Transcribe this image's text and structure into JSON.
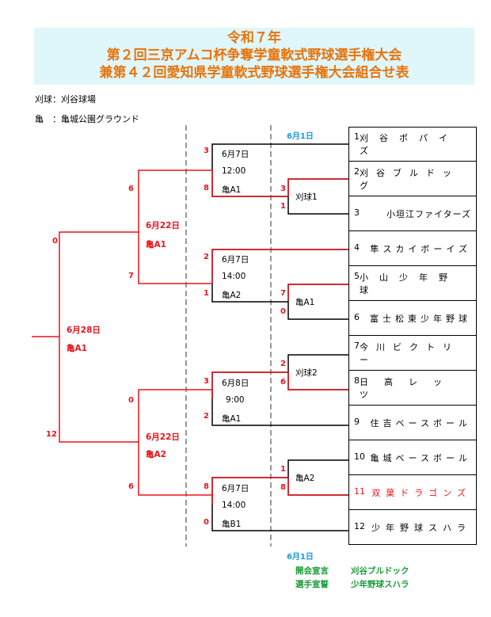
{
  "title": {
    "line1": "令和７年",
    "line2": "第２回三京アムコ杯争奪学童軟式野球選手権大会",
    "line3": "兼第４２回愛知県学童軟式野球選手権大会組合せ表"
  },
  "notes": {
    "kariya": "刈球：刈谷球場",
    "kame": "亀　：亀城公園グラウンド"
  },
  "teams": [
    {
      "no": "1",
      "name": "刈谷ポパイズ"
    },
    {
      "no": "2",
      "name": "刈谷ブルドッグ"
    },
    {
      "no": "3",
      "name": "小垣江ファイターズ"
    },
    {
      "no": "4",
      "name": "隼スカイボーイズ"
    },
    {
      "no": "5",
      "name": "小山少年野球"
    },
    {
      "no": "6",
      "name": "富士松東少年野球"
    },
    {
      "no": "7",
      "name": "今川ビクトリー"
    },
    {
      "no": "8",
      "name": "日高レッツ"
    },
    {
      "no": "9",
      "name": "住吉ベースボール"
    },
    {
      "no": "10",
      "name": "亀城ベースボール"
    },
    {
      "no": "11",
      "name": "双葉ドラゴンズ"
    },
    {
      "no": "12",
      "name": "少年野球スハラ"
    }
  ],
  "round1": {
    "date": "6月1日",
    "g1": {
      "venue": "刈球1",
      "s_top": "3",
      "s_bot": "1"
    },
    "g2": {
      "venue": "亀A1",
      "s_top": "7",
      "s_bot": "0"
    },
    "g3": {
      "venue": "刈球2",
      "s_top": "2",
      "s_bot": "6"
    },
    "g4": {
      "venue": "亀A2",
      "s_top": "1",
      "s_bot": "8"
    }
  },
  "round2": {
    "g1": {
      "date": "6月7日",
      "time": "12:00",
      "venue": "亀A1",
      "s_top": "3",
      "s_bot": "8"
    },
    "g2": {
      "date": "6月7日",
      "time": "14:00",
      "venue": "亀A2",
      "s_top": "2",
      "s_bot": "1"
    },
    "g3": {
      "date": "6月8日",
      "time": "9:00",
      "venue": "亀A1",
      "s_top": "3",
      "s_bot": "2"
    },
    "g4": {
      "date": "6月7日",
      "time": "14:00",
      "venue": "亀B1",
      "s_top": "8",
      "s_bot": "0"
    }
  },
  "semis": {
    "s1": {
      "date": "6月22日",
      "venue": "亀A1",
      "s_top": "6",
      "s_bot": "7"
    },
    "s2": {
      "date": "6月22日",
      "venue": "亀A2",
      "s_top": "0",
      "s_bot": "6"
    }
  },
  "final": {
    "date": "6月28日",
    "venue": "亀A1",
    "s_top": "0",
    "s_bot": "12"
  },
  "ceremony": {
    "date": "6月1日",
    "oath1_label": "開会宣言",
    "oath1_team": "刈谷ブルドック",
    "oath2_label": "選手宣誓",
    "oath2_team": "少年野球スハラ"
  }
}
